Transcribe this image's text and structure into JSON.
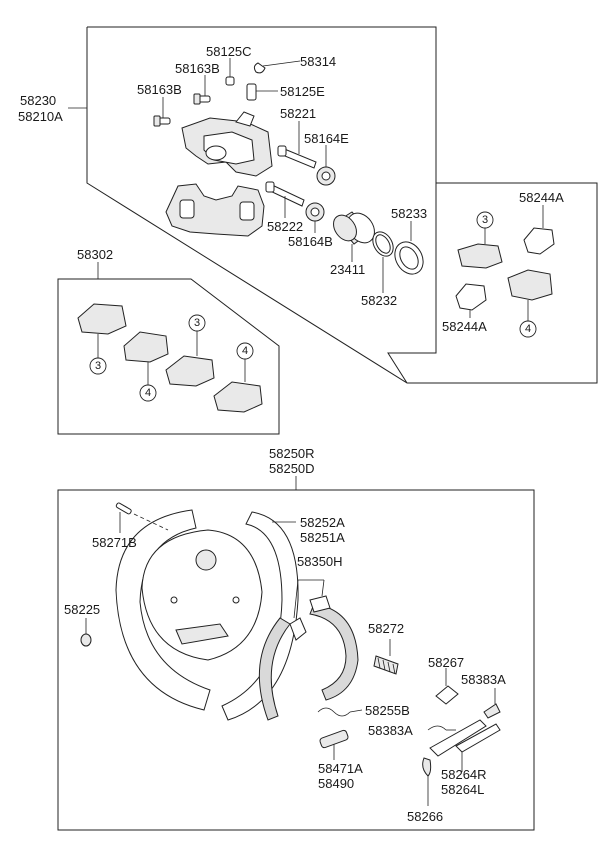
{
  "labels": {
    "p58125C": "58125C",
    "p58314": "58314",
    "p58163B_a": "58163B",
    "p58163B_b": "58163B",
    "p58125E": "58125E",
    "p58221": "58221",
    "p58164E": "58164E",
    "p58230": "58230",
    "p58210A": "58210A",
    "p58222": "58222",
    "p58164B": "58164B",
    "p58233": "58233",
    "p23411": "23411",
    "p58232": "58232",
    "p58244A_top": "58244A",
    "p58244A_bot": "58244A",
    "p58302": "58302",
    "p58250R": "58250R",
    "p58250D": "58250D",
    "p58271B": "58271B",
    "p58252A": "58252A",
    "p58251A": "58251A",
    "p58350H": "58350H",
    "p58225": "58225",
    "p58272": "58272",
    "p58267": "58267",
    "p58383A_a": "58383A",
    "p58255B": "58255B",
    "p58383A_b": "58383A",
    "p58471A": "58471A",
    "p58490": "58490",
    "p58264R": "58264R",
    "p58264L": "58264L",
    "p58266": "58266"
  },
  "callouts": {
    "c1": "3",
    "c2": "4",
    "c3": "3",
    "c4": "4",
    "c5": "3",
    "c6": "4"
  }
}
